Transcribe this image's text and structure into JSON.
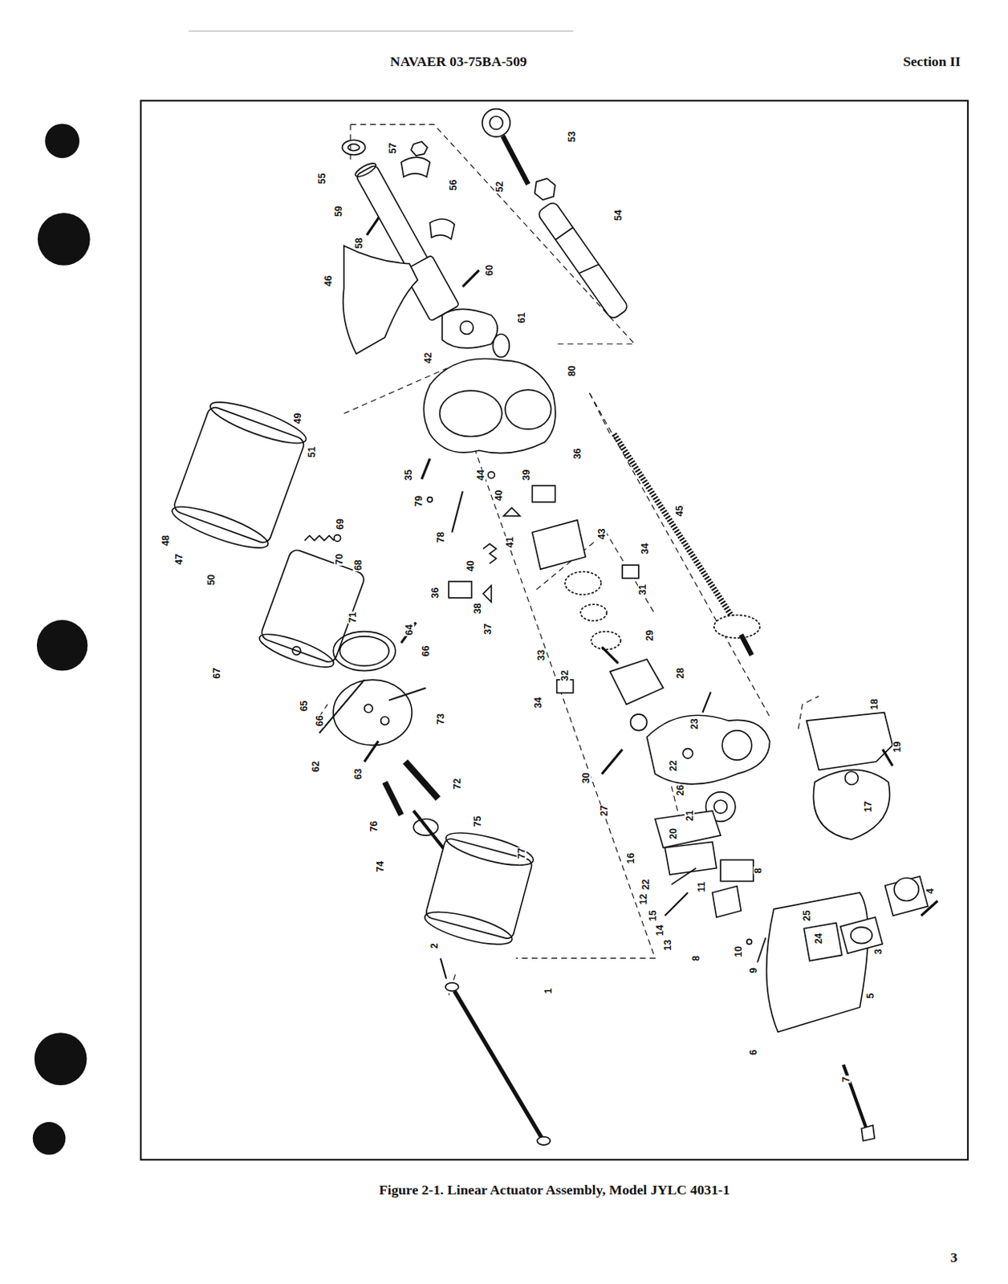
{
  "diagram": {
    "caption": "Figure 2-1. Linear Actuator Assembly, Model JYLC 4031-1",
    "labels": [
      "NAVAER 03-75BA-509",
      "Section II",
      "55",
      "57",
      "52",
      "53",
      "59",
      "56",
      "54",
      "58",
      "60",
      "46",
      "61",
      "42",
      "80",
      "49",
      "51",
      "48",
      "47",
      "50",
      "69",
      "70",
      "68",
      "35",
      "79",
      "44",
      "39",
      "36",
      "78",
      "40",
      "41",
      "40",
      "43",
      "36",
      "38",
      "37",
      "34",
      "45",
      "31",
      "29",
      "33",
      "32",
      "34",
      "67",
      "71",
      "64",
      "66",
      "65",
      "66",
      "73",
      "62",
      "63",
      "72",
      "28",
      "23",
      "18",
      "22",
      "30",
      "26",
      "27",
      "21",
      "19",
      "17",
      "20",
      "75",
      "76",
      "74",
      "77",
      "16",
      "8",
      "11",
      "22",
      "12",
      "15",
      "14",
      "13",
      "25",
      "4",
      "24",
      "3",
      "2",
      "10",
      "8",
      "9",
      "1",
      "5",
      "6",
      "7",
      "3"
    ]
  }
}
